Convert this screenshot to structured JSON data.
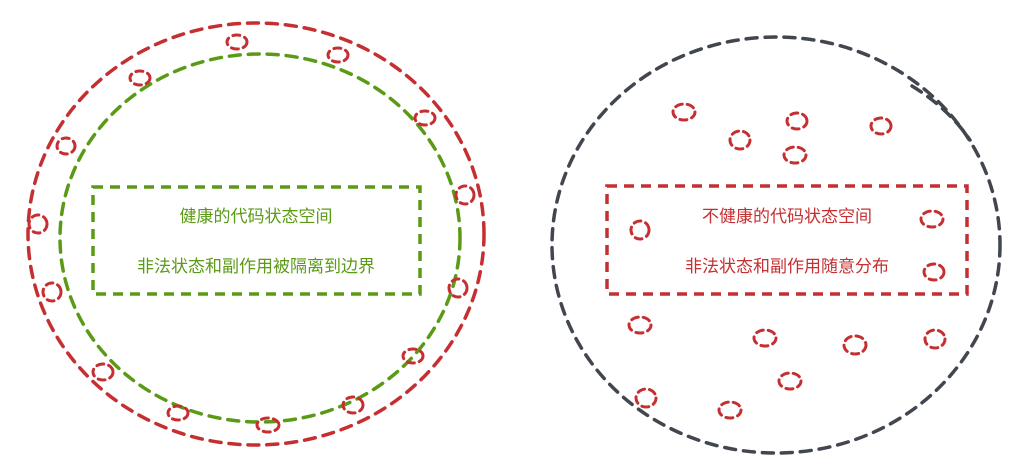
{
  "colors": {
    "red": "#c62f31",
    "green": "#5b9a16",
    "dark": "#41464f",
    "background": "#ffffff"
  },
  "left_panel": {
    "line1": "健康的代码状态空间",
    "line2": "非法状态和副作用被隔离到边界"
  },
  "right_panel": {
    "line1": "不健康的代码状态空间",
    "line2": "非法状态和副作用随意分布"
  }
}
